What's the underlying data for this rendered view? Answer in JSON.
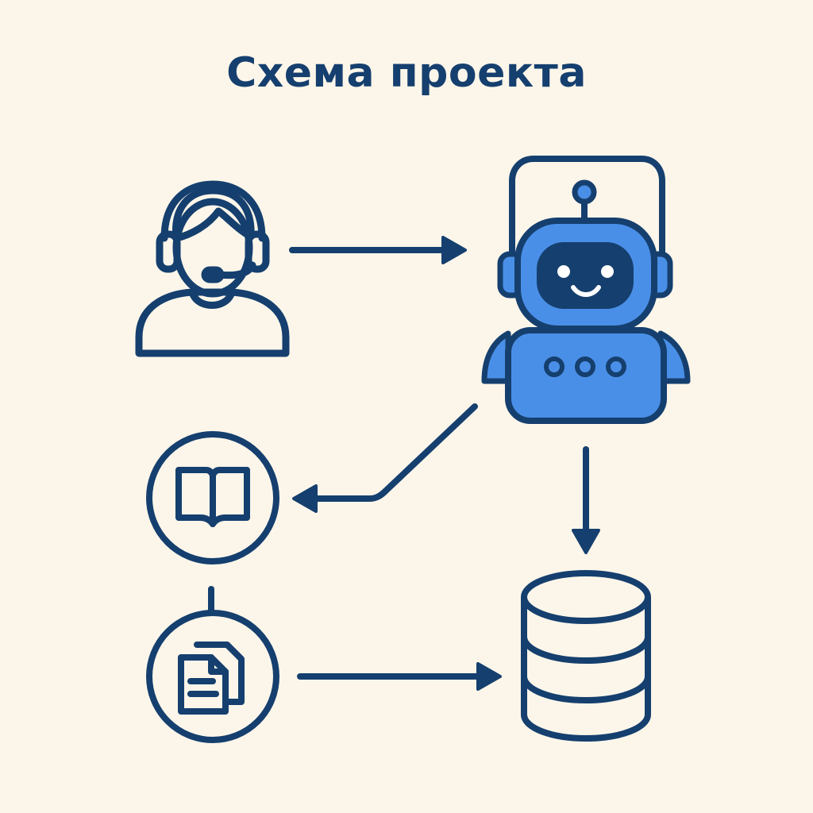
{
  "title": "Схема проекта",
  "colors": {
    "background": "#FCF6EA",
    "stroke": "#153F6E",
    "robot_blue": "#4A8FE7"
  },
  "nodes": [
    {
      "id": "operator",
      "icon": "headset-operator-icon"
    },
    {
      "id": "bot",
      "icon": "chatbot-robot-icon"
    },
    {
      "id": "knowledge-base",
      "icon": "open-book-icon"
    },
    {
      "id": "documents",
      "icon": "documents-icon"
    },
    {
      "id": "database",
      "icon": "database-icon"
    }
  ],
  "edges": [
    {
      "from": "operator",
      "to": "bot",
      "style": "arrow"
    },
    {
      "from": "bot",
      "to": "knowledge-base",
      "style": "arrow"
    },
    {
      "from": "bot",
      "to": "database",
      "style": "arrow"
    },
    {
      "from": "knowledge-base",
      "to": "documents",
      "style": "line"
    },
    {
      "from": "documents",
      "to": "database",
      "style": "arrow"
    }
  ]
}
